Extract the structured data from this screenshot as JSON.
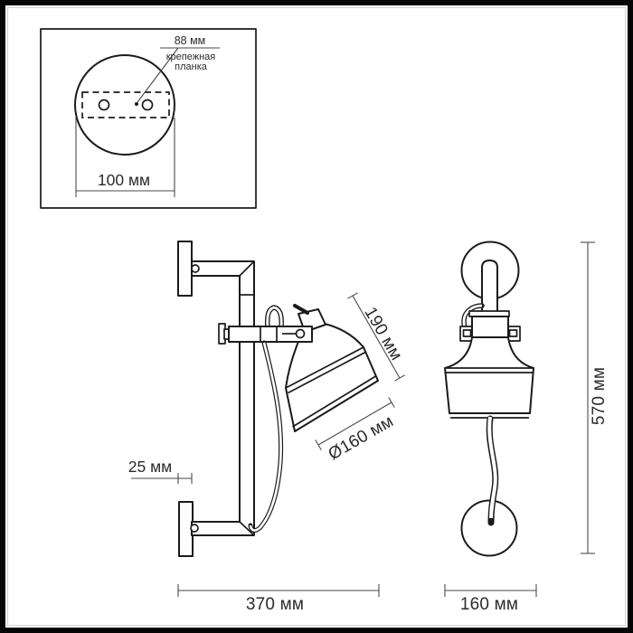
{
  "colors": {
    "background": "#ffffff",
    "frame": "#050505",
    "drawing_line": "#1b1b1b",
    "dimension_line": "#4a4a4a",
    "text": "#2b2b2b"
  },
  "inset": {
    "hole_spacing": "88 мм",
    "mount_label_line1": "крепежная",
    "mount_label_line2": "планка",
    "plate_width": "100 мм"
  },
  "side_view": {
    "shade_length": "190 мм",
    "shade_diameter": "Ø160 мм",
    "wall_offset": "25 мм",
    "total_depth": "370 мм"
  },
  "front_view": {
    "total_height": "570 мм",
    "base_width": "160 мм"
  }
}
